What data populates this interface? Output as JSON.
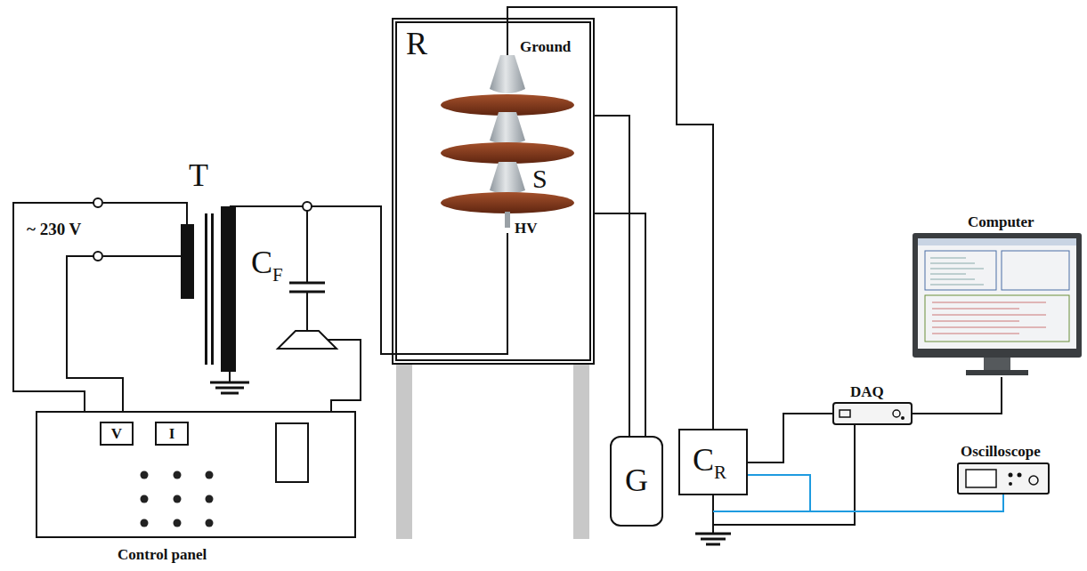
{
  "diagram": {
    "nodes": [
      {
        "text": [
          "Control panel"
        ]
      },
      {
        "text": [
          "V"
        ],
        "in": 0
      },
      {
        "text": [
          "I"
        ],
        "in": 0
      },
      {
        "text": [
          "R",
          "Ground",
          "S",
          "HV"
        ]
      },
      {
        "text": [
          "G"
        ]
      },
      {
        "text": [
          "C",
          "R"
        ]
      },
      {
        "text": [
          "DAQ"
        ]
      },
      {
        "text": [
          "Computer"
        ]
      },
      {
        "text": [
          "Oscilloscope"
        ]
      }
    ],
    "edges": [
      {
        "from": 3,
        "to": 5,
        "arrow": "none"
      },
      {
        "from": 3,
        "to": 4,
        "arrow": "none"
      },
      {
        "from": 5,
        "to": 6,
        "arrow": "none"
      },
      {
        "from": 5,
        "to": 8,
        "arrow": "none"
      },
      {
        "from": 6,
        "to": 7,
        "arrow": "none"
      }
    ],
    "labels": [
      "~ 230 V",
      "T",
      "C",
      "F"
    ]
  }
}
